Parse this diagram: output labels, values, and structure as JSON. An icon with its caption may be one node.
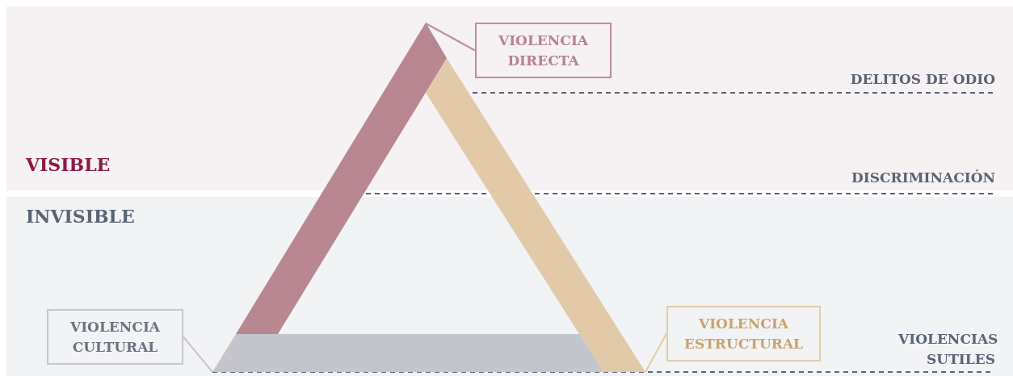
{
  "diagram": {
    "nodes": [
      {
        "text": [
          "VIOLENCIA DIRECTA"
        ]
      },
      {
        "text": [
          "VIOLENCIA CULTURAL"
        ]
      },
      {
        "text": [
          "VIOLENCIA ESTRUCTURAL"
        ]
      },
      {
        "text": [],
        "shape": "bar"
      },
      {
        "text": [],
        "shape": "bar"
      },
      {
        "text": [],
        "shape": "bar"
      }
    ],
    "edges": [
      {
        "from": 0,
        "to": 3,
        "arrow": "none"
      },
      {
        "from": 1,
        "to": 4,
        "arrow": "none"
      },
      {
        "from": 2,
        "to": 5,
        "arrow": "none"
      }
    ],
    "labels": [
      "DELITOS DE ODIO",
      "VISIBLE",
      "DISCRIMINACIÓN",
      "INVISIBLE",
      "VIOLENCIAS SUTILES"
    ]
  }
}
